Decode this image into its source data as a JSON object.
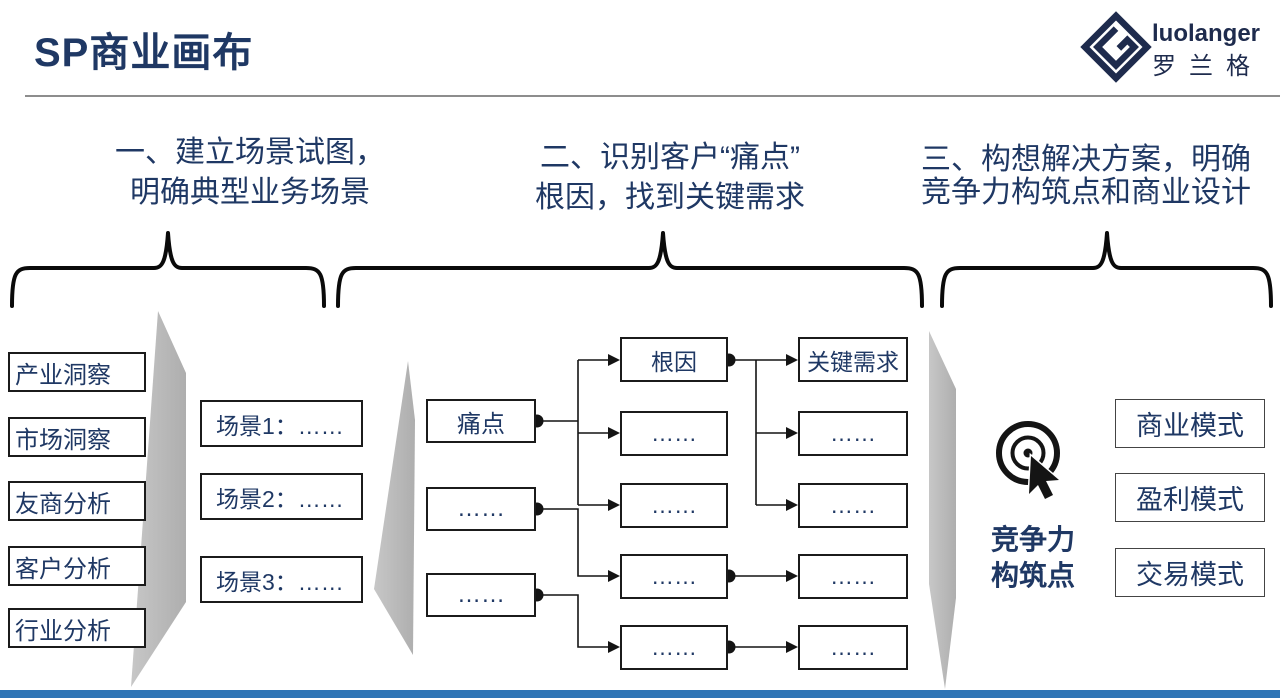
{
  "header": {
    "title": "SP商业画布",
    "logo": {
      "name": "luolanger",
      "name_cn": "罗兰格"
    }
  },
  "steps": [
    {
      "line1": "一、建立场景试图，",
      "line2": "明确典型业务场景"
    },
    {
      "line1": "二、识别客户“痛点”",
      "line2": "根因，找到关键需求"
    },
    {
      "line1": "三、构想解决方案，明确",
      "line2": "竞争力构筑点和商业设计"
    }
  ],
  "analysis_inputs": [
    "产业洞察",
    "市场洞察",
    "友商分析",
    "客户分析",
    "行业分析"
  ],
  "scenarios": [
    "场景1：……",
    "场景2：……",
    "场景3：……"
  ],
  "pain_points": [
    "痛点",
    "……",
    "……"
  ],
  "root_causes": [
    "根因",
    "……",
    "……",
    "……",
    "……"
  ],
  "key_needs": [
    "关键需求",
    "……",
    "……",
    "……",
    "……"
  ],
  "competitiveness_label": {
    "line1": "竞争力",
    "line2": "构筑点"
  },
  "business_models": [
    "商业模式",
    "盈利模式",
    "交易模式"
  ],
  "icons": {
    "logo_icon": "diamond-g-logo",
    "target_icon": "target-with-cursor"
  },
  "colors": {
    "navy_text": "#1f3864",
    "logo_navy": "#1e2b4d",
    "connector_black": "#141414",
    "ribbon_gray": "#bcbcbc",
    "bottom_bar_blue": "#2e75b6",
    "header_rule_gray": "#8d8d8d"
  }
}
